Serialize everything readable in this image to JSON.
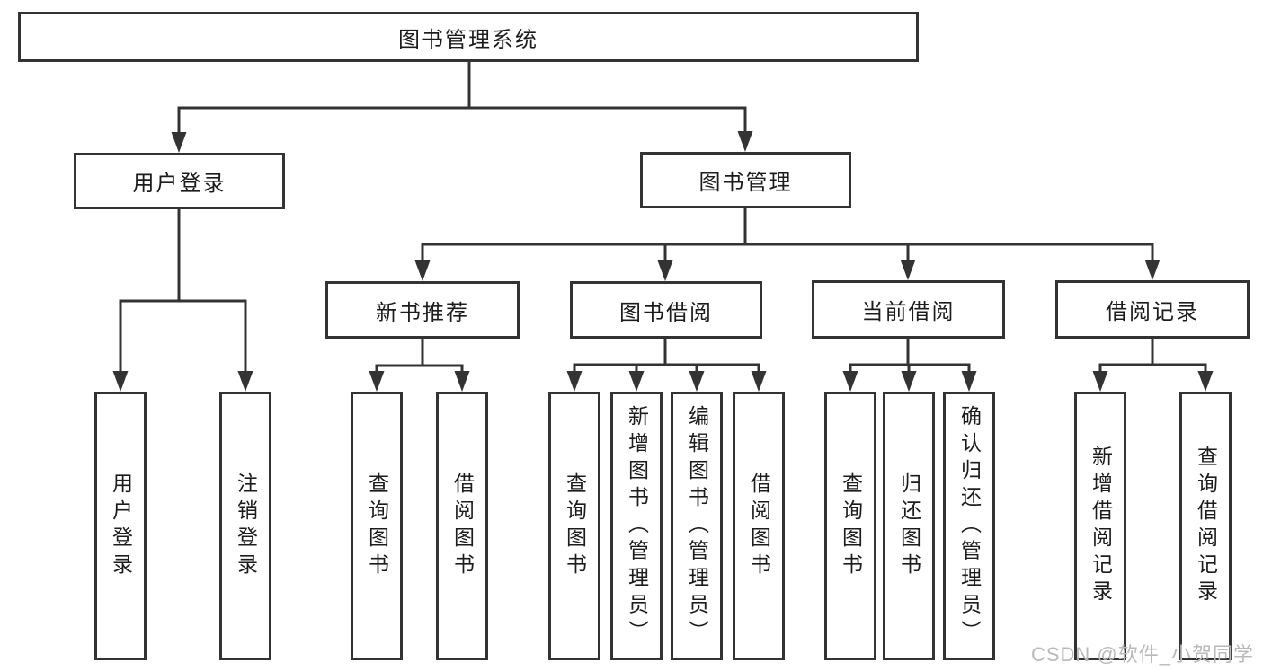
{
  "tree": {
    "label": "图书管理系统",
    "children": [
      {
        "label": "用户登录",
        "children": [
          {
            "label": "用户登录"
          },
          {
            "label": "注销登录"
          }
        ]
      },
      {
        "label": "图书管理",
        "children": [
          {
            "label": "新书推荐",
            "children": [
              {
                "label": "查询图书"
              },
              {
                "label": "借阅图书"
              }
            ]
          },
          {
            "label": "图书借阅",
            "children": [
              {
                "label": "查询图书"
              },
              {
                "label": "新增图书（管理员）"
              },
              {
                "label": "编辑图书（管理员）"
              },
              {
                "label": "借阅图书"
              }
            ]
          },
          {
            "label": "当前借阅",
            "children": [
              {
                "label": "查询图书"
              },
              {
                "label": "归还图书"
              },
              {
                "label": "确认归还（管理员）"
              }
            ]
          },
          {
            "label": "借阅记录",
            "children": [
              {
                "label": "新增借阅记录"
              },
              {
                "label": "查询借阅记录"
              }
            ]
          }
        ]
      }
    ]
  },
  "watermark": {
    "text": "CSDN @软件_小贺同学"
  },
  "colors": {
    "line": "#333333",
    "box_border": "#333333",
    "text": "#1c1c1c",
    "watermark": "#b9b9b9",
    "background": "#ffffff"
  }
}
